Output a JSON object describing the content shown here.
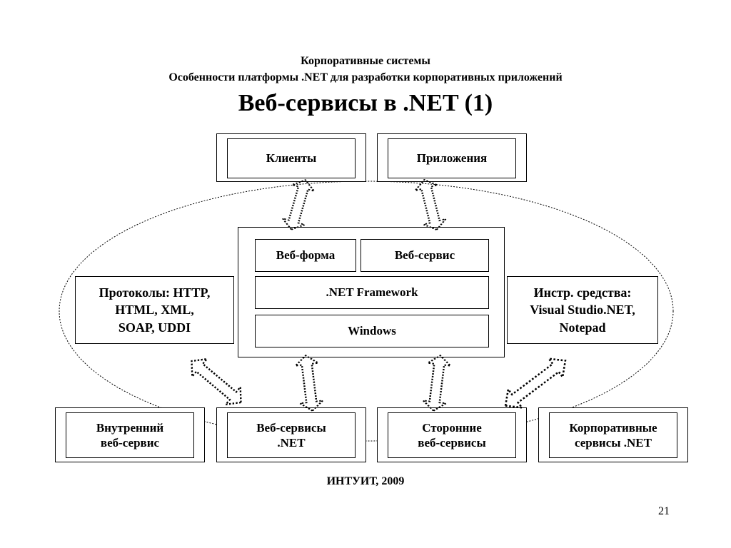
{
  "header": {
    "line1": "Корпоративные  системы",
    "line2": "Особенности платформы .NET для разработки корпоративных приложений",
    "title": "Веб-сервисы в .NET (1)"
  },
  "top": {
    "clients": "Клиенты",
    "apps": "Приложения"
  },
  "center": {
    "webform": "Веб-форма",
    "webservice": "Веб-сервис",
    "framework": ".NET Framework",
    "windows": "Windows"
  },
  "side": {
    "protocols": "Протоколы: HTTP,\nHTML, XML,\nSOAP, UDDI",
    "tools": "Инстр. средства:\nVisual Studio.NET,\nNotepad"
  },
  "bottom": {
    "internal": "Внутренний\nвеб-сервис",
    "net_services": "Веб-сервисы\n.NET",
    "third_party": "Сторонние\nвеб-сервисы",
    "corporate": "Корпоративные\nсервисы .NET"
  },
  "footer": {
    "credit": "ИНТУИТ, 2009",
    "page_number": "21"
  }
}
